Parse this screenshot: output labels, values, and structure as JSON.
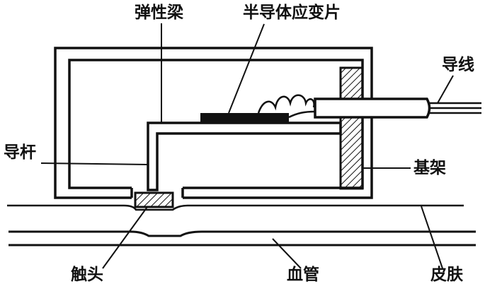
{
  "diagram": {
    "labels": {
      "elastic_beam": "弹性梁",
      "strain_gauge": "半导体应变片",
      "wire": "导线",
      "guide_rod": "导杆",
      "frame": "基架",
      "contact": "触头",
      "blood_vessel": "血管",
      "skin": "皮肤"
    },
    "colors": {
      "ink": "#111111",
      "paper": "#ffffff"
    }
  }
}
